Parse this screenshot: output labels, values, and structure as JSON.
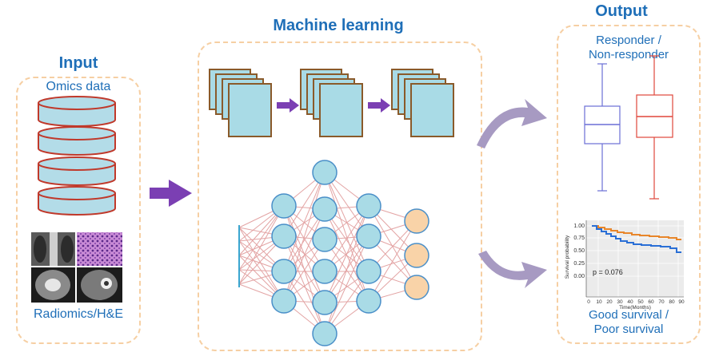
{
  "input": {
    "title": "Input",
    "omics_label": "Omics data",
    "images_label": "Radiomics/H&E"
  },
  "ml": {
    "title": "Machine learning"
  },
  "output": {
    "title": "Output",
    "responder_label_line1": "Responder /",
    "responder_label_line2": "Non-responder",
    "survival_label_line1": "Good survival /",
    "survival_label_line2": "Poor survival",
    "km": {
      "ylabel": "Survival probability",
      "xlabel": "Time(Months)",
      "p_value": "p = 0.076",
      "yticks": [
        "1.00",
        "0.75",
        "0.50",
        "0.25",
        "0.00"
      ],
      "xticks": [
        "0",
        "10",
        "20",
        "30",
        "40",
        "50",
        "60",
        "70",
        "80",
        "90"
      ]
    }
  },
  "colors": {
    "title_blue": "#1f6fb8",
    "panel_border": "#f6cfa3",
    "disk_fill": "#b3dce8",
    "disk_border": "#c0392b",
    "arrow_purple": "#7b3fb3",
    "node_blue": "#a9dbe6",
    "node_orange": "#f9d3a8",
    "edge_red": "#e3a4a4",
    "box_blue": "#6a6fd6",
    "box_red": "#e0473b",
    "km_orange": "#e8862a",
    "km_blue": "#2a6fd6"
  },
  "icons": [
    "database-disk-icon",
    "arrow-right-icon",
    "curved-arrow-icon",
    "neural-network-icon",
    "feature-map-icon",
    "boxplot-icon",
    "kaplan-meier-icon"
  ]
}
